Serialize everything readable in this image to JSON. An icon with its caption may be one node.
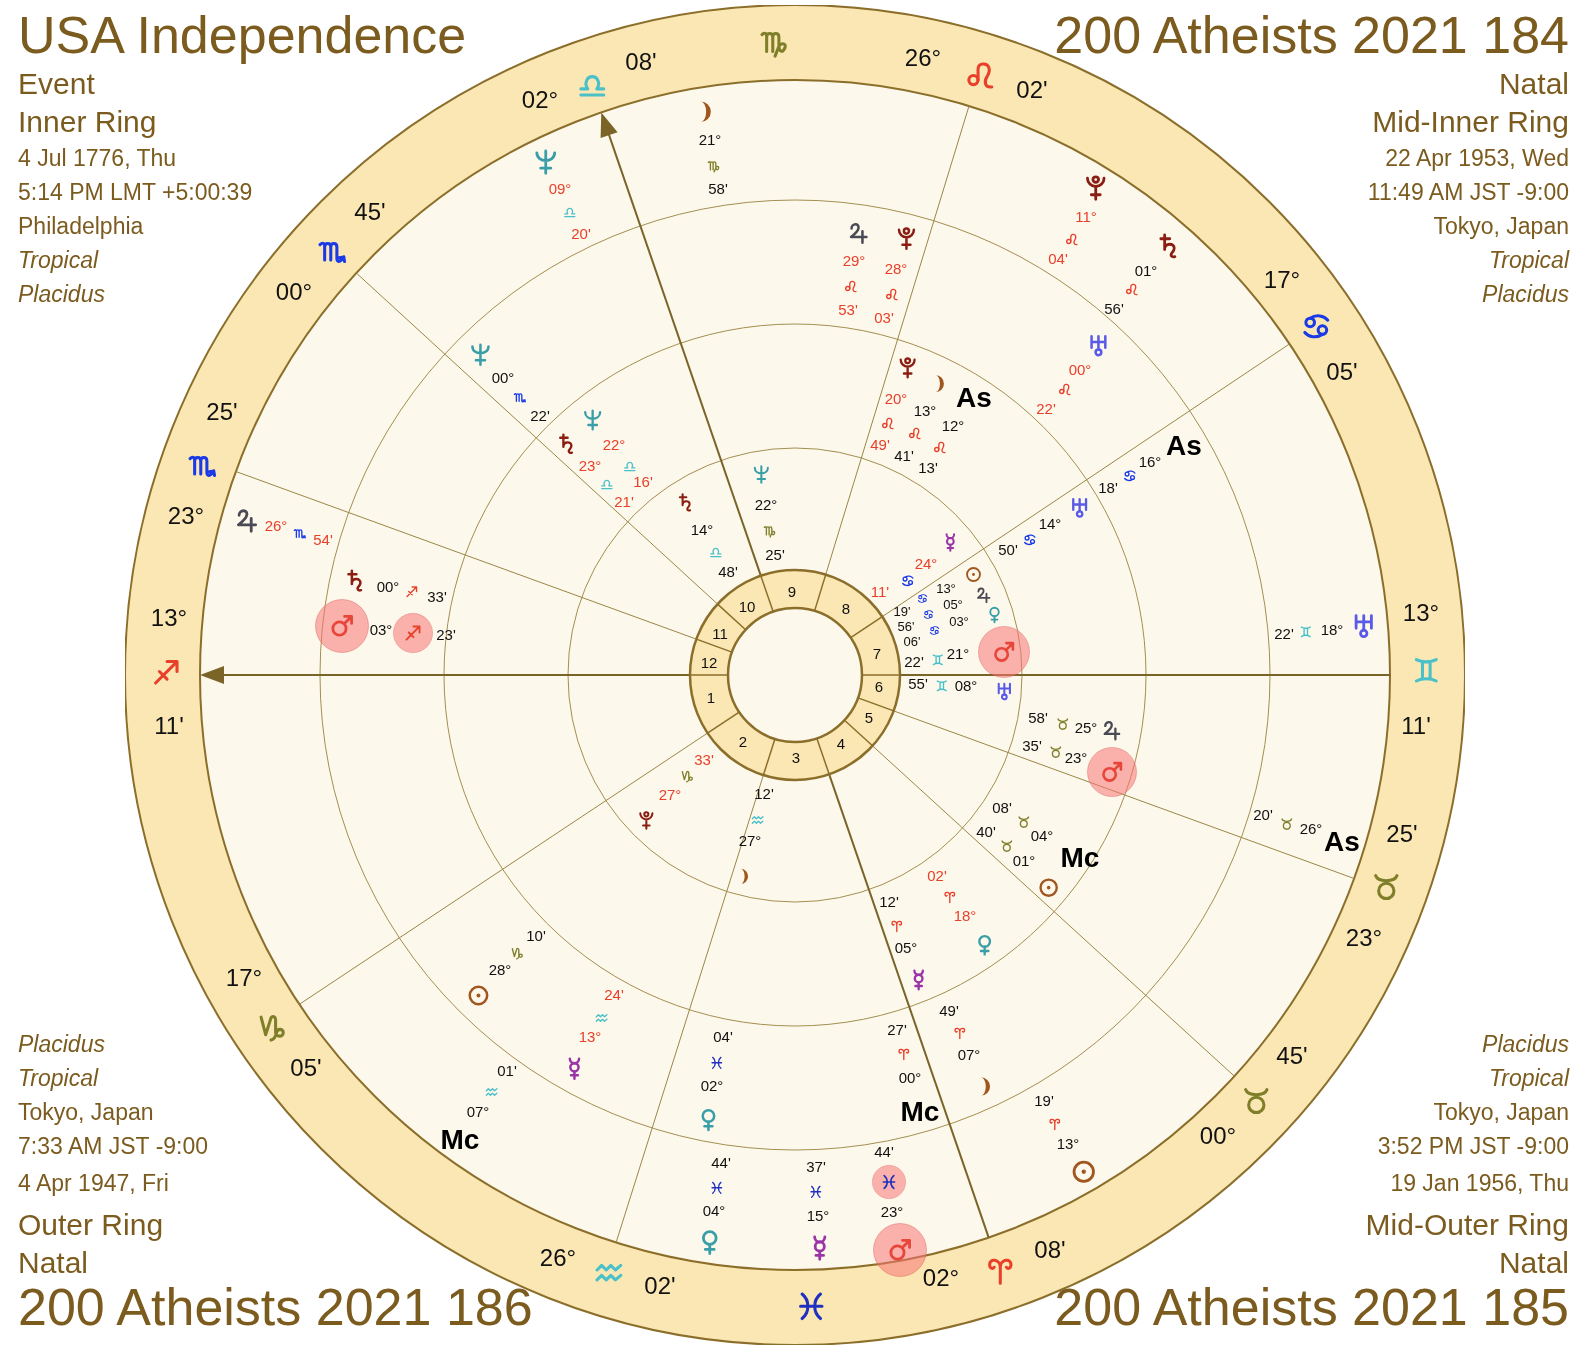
{
  "diagram": {
    "labels": [
      "USA Independence",
      "08'",
      "26°",
      "200 Atheists 2021 184",
      "Event",
      "02°",
      "02'",
      "Natal",
      "Inner Ring",
      "21°",
      "Mid-Inner Ring",
      "4 Jul 1776, Thu",
      "22 Apr 1953, Wed",
      "5:14 PM LMT +5:00:39",
      "09°",
      "58'",
      "11:49 AM JST -9:00",
      "Philadelphia",
      "45'",
      "20'",
      "11°",
      "Tokyo, Japan",
      "Tropical",
      "29°",
      "28°",
      "04'",
      "01°",
      "17°",
      "Tropical",
      "Placidus",
      "00°",
      "53'",
      "03'",
      "56'",
      "Placidus",
      "00°",
      "00°",
      "05'",
      "25'",
      "22'",
      "20°",
      "13°",
      "12°",
      "As",
      "22'",
      "23°",
      "22°",
      "49'",
      "41'",
      "13'",
      "16°",
      "As",
      "21'",
      "16'",
      "22°",
      "18'",
      "23°",
      "26°",
      "54'",
      "14°",
      "14°",
      "25'",
      "24°",
      "50'",
      "00°",
      "33'",
      "48'",
      "9",
      "11'",
      "13°",
      "13°",
      "03°",
      "23'",
      "11",
      "10",
      "8",
      "19'",
      "56'",
      "06'",
      "05°",
      "03°",
      "22'",
      "18°",
      "13°",
      "12",
      "7",
      "22'",
      "21°",
      "1",
      "6",
      "55'",
      "08°",
      "11'",
      "2",
      "4",
      "5",
      "35'",
      "58'",
      "25°",
      "11'",
      "33'",
      "3",
      "23°",
      "27°",
      "12'",
      "08'",
      "20'",
      "27°",
      "40'",
      "01°",
      "04°",
      "Mc",
      "26°",
      "As",
      "25'",
      "02'",
      "12'",
      "18°",
      "10'",
      "05°",
      "23°",
      "17°",
      "28°",
      "24'",
      "49'",
      "Placidus",
      "05'",
      "13°",
      "04'",
      "27'",
      "07°",
      "45'",
      "Placidus",
      "Tropical",
      "01'",
      "02°",
      "00°",
      "Tropical",
      "Tokyo, Japan",
      "Mc",
      "07°",
      "Mc",
      "19'",
      "00°",
      "Tokyo, Japan",
      "7:33 AM JST -9:00",
      "44'",
      "37'",
      "44'",
      "13°",
      "3:52 PM JST -9:00",
      "4 Apr 1947, Fri",
      "19 Jan 1956, Thu",
      "Outer Ring",
      "04°",
      "15°",
      "23°",
      "08'",
      "Mid-Outer Ring",
      "Natal",
      "26°",
      "02'",
      "02°",
      "Natal",
      "200 Atheists 2021 186",
      "200 Atheists 2021 185"
    ]
  }
}
